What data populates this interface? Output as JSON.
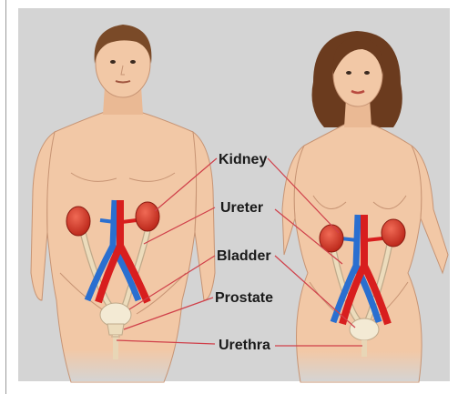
{
  "colors": {
    "background": "#d4d4d4",
    "skin": "#f2c8a6",
    "hair_male": "#7a4a28",
    "hair_female": "#6b3b1e",
    "kidney": "#d23a2a",
    "ureter": "#e9d9b8",
    "artery": "#d81e1e",
    "vein": "#2a6fd0",
    "bladder": "#f3ead4",
    "leader": "#d0404a"
  },
  "labels": {
    "kidney": "Kidney",
    "ureter": "Ureter",
    "bladder": "Bladder",
    "prostate": "Prostate",
    "urethra": "Urethra"
  }
}
